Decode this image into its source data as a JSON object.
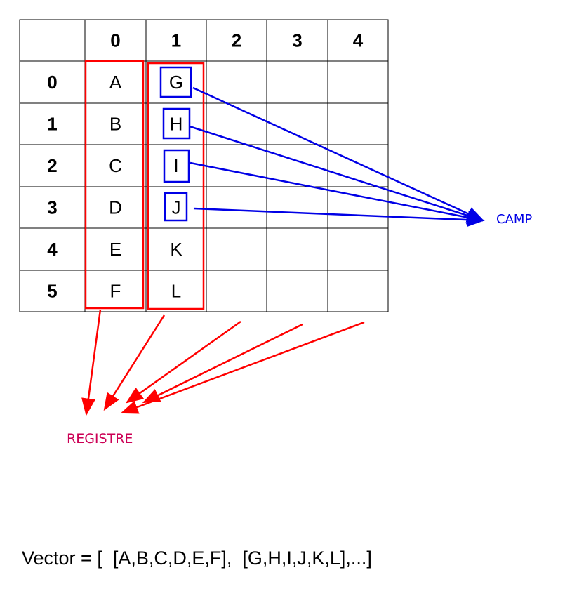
{
  "table": {
    "column_headers": [
      "0",
      "1",
      "2",
      "3",
      "4"
    ],
    "row_headers": [
      "0",
      "1",
      "2",
      "3",
      "4",
      "5"
    ],
    "rows": [
      [
        "A",
        "G",
        "",
        "",
        ""
      ],
      [
        "B",
        "H",
        "",
        "",
        ""
      ],
      [
        "C",
        "I",
        "",
        "",
        ""
      ],
      [
        "D",
        "J",
        "",
        "",
        ""
      ],
      [
        "E",
        "K",
        "",
        "",
        ""
      ],
      [
        "F",
        "L",
        "",
        "",
        ""
      ]
    ]
  },
  "labels": {
    "camp": "CAMP",
    "registre": "REGISTRE"
  },
  "formula": "Vector = [  [A,B,C,D,E,F],  [G,H,I,J,K,L],...]",
  "colors": {
    "registre_arrows": "#ff0000",
    "camp_arrows": "#0000e6",
    "camp_label": "#0000e6",
    "registre_label": "#cc0055",
    "grid": "#000000"
  }
}
